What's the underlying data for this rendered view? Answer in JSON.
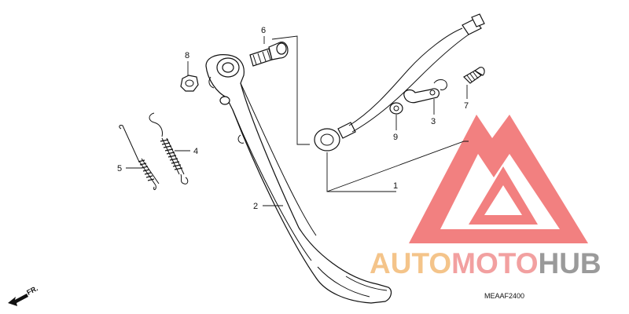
{
  "diagram": {
    "callouts": {
      "c1": "1",
      "c2": "2",
      "c3": "3",
      "c4": "4",
      "c5": "5",
      "c6": "6",
      "c7": "7",
      "c8": "8",
      "c9": "9"
    },
    "direction_label": "FR.",
    "diagram_code": "MEAAF2400"
  },
  "watermark": {
    "part1": "AUTO",
    "part2": "MOTO",
    "part3": "HUB",
    "colors": {
      "triangle": "#f06a6a",
      "auto": "#f4c48a",
      "moto": "#f2a0a0",
      "hub": "#9a9a9a"
    }
  }
}
